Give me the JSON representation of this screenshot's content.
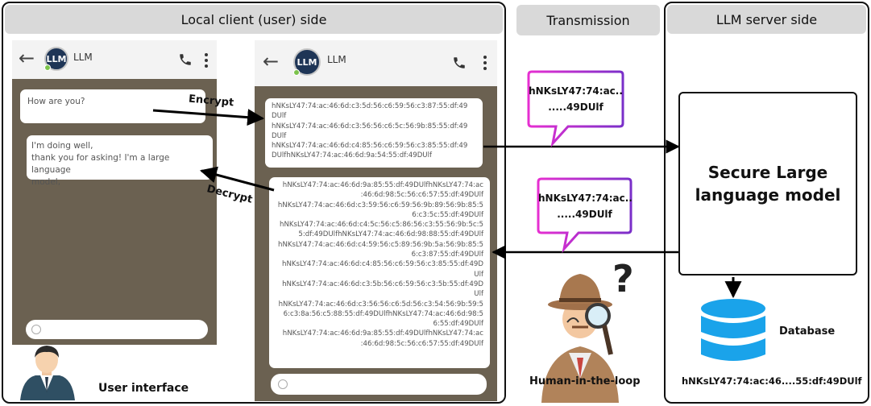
{
  "headers": {
    "client": "Local client (user) side",
    "transmission": "Transmission",
    "server": "LLM server side"
  },
  "phone1": {
    "contact_name": "LLM",
    "avatar_text": "LLM",
    "msg_user": "How are you?",
    "msg_llm_line1": "I'm doing well,",
    "msg_llm_line2": "thank you for asking! I'm a large language",
    "msg_llm_line3": "model,"
  },
  "phone2": {
    "contact_name": "LLM",
    "avatar_text": "LLM",
    "cipher_out": "hNKsLY47:74:ac:46:6d:c3:5d:56:c6:59:56:c3:87:55:df:49\nDUlf\nhNKsLY47:74:ac:46:6d:c3:56:56:c6:5c:56:9b:85:55:df:49\nDUlf\nhNKsLY47:74:ac:46:6d:c4:85:56:c6:59:56:c3:85:55:df:49\nDUlfhNKsLY47:74:ac:46:6d:9a:54:55:df:49DUlf",
    "cipher_in": "hNKsLY47:74:ac:46:6d:9a:85:55:df:49DUlfhNKsLY47:74:ac\n:46:6d:98:5c:56:c6:57:55:df:49DUlf\nhNKsLY47:74:ac:46:6d:c3:59:56:c6:59:56:9b:89:56:9b:85:5\n6:c3:5c:55:df:49DUlf\nhNKsLY47:74:ac:46:6d:c4:5c:56:c5:86:56:c3:55:56:9b:5c:5\n5:df:49DUlfhNKsLY47:74:ac:46:6d:98:88:55:df:49DUlf\nhNKsLY47:74:ac:46:6d:c4:59:56:c5:89:56:9b:5a:56:9b:85:5\n6:c3:87:55:df:49DUlf\nhNKsLY47:74:ac:46:6d:c4:85:56:c6:59:56:c3:85:55:df:49D\nUlf\nhNKsLY47:74:ac:46:6d:c3:5b:56:c6:59:56:c3:5b:55:df:49D\nUlf\nhNKsLY47:74:ac:46:6d:c3:56:56:c6:5d:56:c3:54:56:9b:59:5\n6:c3:8a:56:c5:88:55:df:49DUlfhNKsLY47:74:ac:46:6d:98:5\n6:55:df:49DUlf\nhNKsLY47:74:ac:46:6d:9a:85:55:df:49DUlfhNKsLY47:74:ac\n:46:6d:98:5c:56:c6:57:55:df:49DUlf"
  },
  "labels": {
    "encrypt": "Encrypt",
    "decrypt": "Decrypt",
    "user_interface": "User interface",
    "human_in_loop": "Human-in-the-loop",
    "database": "Database",
    "db_cipher": "hNKsLY47:74:ac:46....55:df:49DUlf"
  },
  "callouts": {
    "top_line1": "hNKsLY47:74:ac..",
    "top_line2": ".....49DUlf",
    "bottom_line1": "hNKsLY47:74:ac..",
    "bottom_line2": ".....49DUlf"
  },
  "llm_box": {
    "line1": "Secure Large",
    "line2": "language model"
  },
  "colors": {
    "phone_bg": "#6b6151",
    "callout_gradient_start": "#e62fd1",
    "callout_gradient_end": "#7a2fc9",
    "database_blue": "#1aa3ea",
    "header_gray": "#d9d9d9"
  },
  "icons": [
    "back-arrow-icon",
    "phone-call-icon",
    "more-options-icon",
    "emoji-icon",
    "user-avatar-icon",
    "detective-icon",
    "question-mark-icon",
    "database-icon"
  ]
}
